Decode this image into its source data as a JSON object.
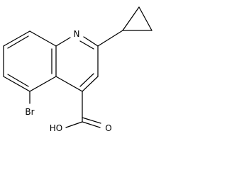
{
  "molecule": {
    "atoms": {
      "nitrogen": "N",
      "bromine": "Br",
      "hydroxyl": "HO",
      "carbonyl_oxygen": "O"
    }
  }
}
